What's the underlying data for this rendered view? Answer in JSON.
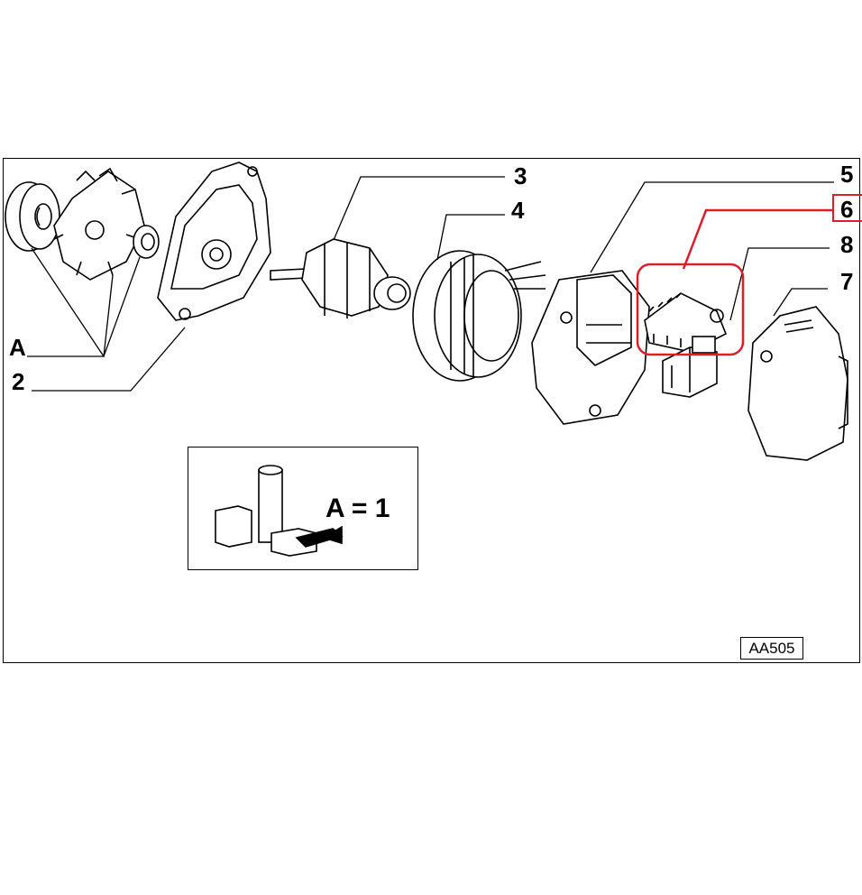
{
  "callouts": {
    "c3": "3",
    "c4": "4",
    "c5": "5",
    "c6": "6",
    "c8": "8",
    "c7": "7",
    "cA": "A",
    "c2": "2"
  },
  "legend": {
    "equation": "A = 1"
  },
  "reference_code": "AA505",
  "colors": {
    "highlight": "#d81f2a",
    "ink": "#000000"
  }
}
